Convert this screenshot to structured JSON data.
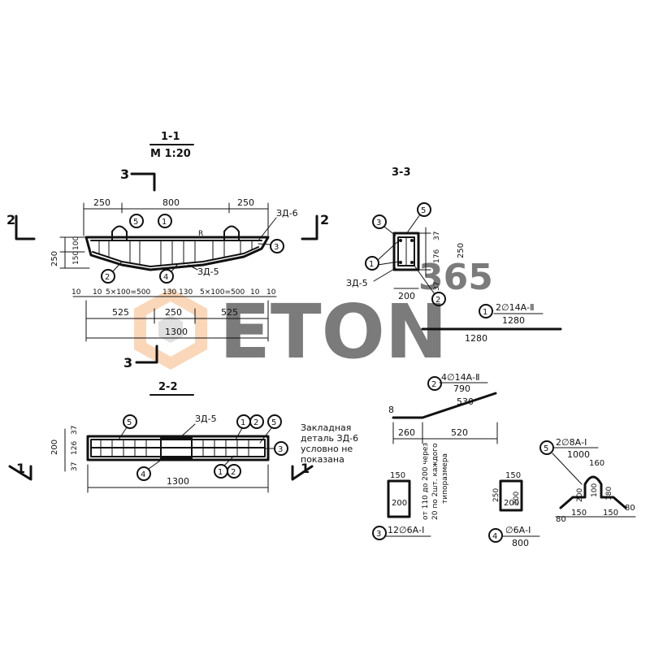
{
  "section_1_1": {
    "title": "1-1",
    "scale": "М 1:20",
    "dims_top": [
      "250",
      "800",
      "250"
    ],
    "dims_left": [
      "250",
      "100",
      "150"
    ],
    "dims_bottom_row1": [
      "10",
      "10",
      "5×100=500",
      "130",
      "130",
      "5×100=500",
      "10",
      "10"
    ],
    "dims_bottom_row2": [
      "525",
      "250",
      "525"
    ],
    "total": "1300",
    "callouts": [
      "5",
      "1",
      "2",
      "4",
      "3"
    ],
    "labels": {
      "zd6": "ЗД-6",
      "zd5": "ЗД-5",
      "r": "R"
    },
    "cut_marks": {
      "left": "2",
      "right": "2",
      "top": "3",
      "bottom": "3"
    }
  },
  "section_2_2": {
    "title": "2-2",
    "dims_left": [
      "37",
      "126",
      "37",
      "200"
    ],
    "total": "1300",
    "callouts": [
      "5",
      "1",
      "2",
      "5",
      "4",
      "1",
      "2",
      "3"
    ],
    "labels": {
      "zd5": "ЗД-5"
    },
    "cut_marks": {
      "left": "1",
      "right": "1"
    },
    "note_lines": [
      "Закладная",
      "деталь ЗД-6",
      "условно не",
      "показана"
    ]
  },
  "section_3_3": {
    "title": "3-3",
    "dims": [
      "37",
      "250",
      "37",
      "176",
      "37",
      "200"
    ],
    "callouts": [
      "3",
      "5",
      "1",
      "2"
    ],
    "labels": {
      "zd5": "ЗД-5"
    }
  },
  "bar_1": {
    "callout": "1",
    "spec": "2∅14А-Ⅱ",
    "length_total": "1280",
    "length_seg": "1280"
  },
  "bar_2": {
    "callout": "2",
    "spec": "4∅14А-Ⅱ",
    "length_total": "790",
    "dims": [
      "8",
      "530",
      "260",
      "520"
    ]
  },
  "bar_3": {
    "callout": "3",
    "spec": "12∅6А-Ⅰ",
    "dims": [
      "150",
      "200"
    ]
  },
  "bar_3_note": [
    "от 110 до 200 через",
    "20 по 2шт. каждого",
    "типоразмера"
  ],
  "bar_4": {
    "callout": "4",
    "spec": "∅6А-Ⅰ",
    "length_total": "800",
    "dims": [
      "150",
      "250",
      "200",
      "200"
    ]
  },
  "bar_5": {
    "callout": "5",
    "spec": "2∅8А-Ⅰ",
    "length_total": "1000",
    "dims": [
      "160",
      "200",
      "100",
      "180",
      "80",
      "150",
      "150",
      "80"
    ]
  },
  "watermark": {
    "digits": "365",
    "word": "ETON",
    "accent_color": "#f4a460",
    "gray_color": "#c8c8c8"
  }
}
